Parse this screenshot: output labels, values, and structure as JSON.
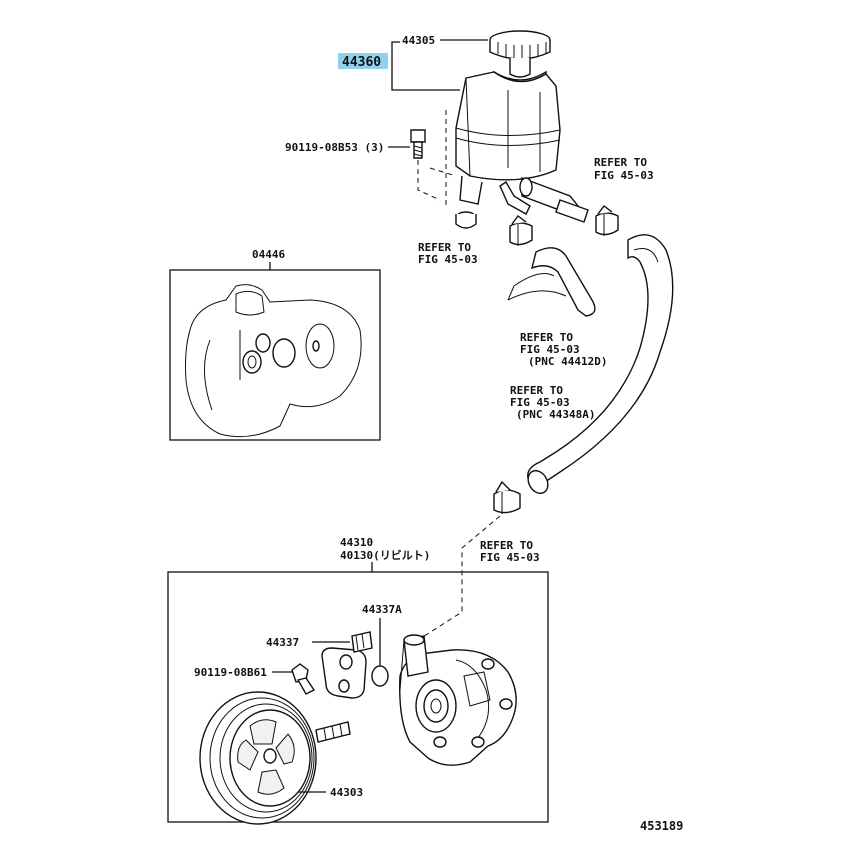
{
  "labels": {
    "p44305": "44305",
    "p44360": "44360",
    "p90119_08b53": "90119-08B53 (3)",
    "refer_top_right": [
      "REFER TO",
      "FIG 45-03"
    ],
    "refer_tank_bottom": [
      "REFER TO",
      "FIG 45-03"
    ],
    "p04446": "04446",
    "refer_44412d": [
      "REFER TO",
      "FIG 45-03",
      "(PNC 44412D)"
    ],
    "refer_44348a": [
      "REFER TO",
      "FIG 45-03",
      "(PNC 44348A)"
    ],
    "refer_lower": [
      "REFER TO",
      "FIG 45-03"
    ],
    "p44310": "44310",
    "p40130": "40130(リビルト)",
    "p44337a": "44337A",
    "p44337": "44337",
    "p90119_08b61": "90119-08B61",
    "p44303": "44303",
    "diagram_no": "453189"
  },
  "colors": {
    "highlight": "#8fd1ef",
    "line": "#111111"
  }
}
